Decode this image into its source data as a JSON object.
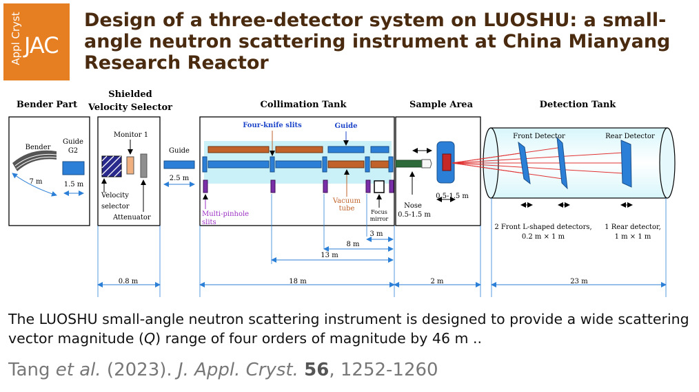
{
  "logo": {
    "vertical": "Appl Cryst",
    "main": "JAC"
  },
  "title": "Design of a three-detector system on LUOSHU: a small-angle neutron scattering instrument at China Mianyang Research Reactor",
  "figure": {
    "sections": {
      "bender_part": "Bender Part",
      "velocity_selector_1": "Shielded",
      "velocity_selector_2": "Velocity Selector",
      "collimation": "Collimation Tank",
      "sample": "Sample Area",
      "detection": "Detection Tank"
    },
    "labels": {
      "bender": "Bender",
      "guide_g2_1": "Guide",
      "guide_g2_2": "G2",
      "d7m": "7 m",
      "d15m": "1.5 m",
      "monitor": "Monitor 1",
      "velocity_selector_1": "Velocity",
      "velocity_selector_2": "selector",
      "attenuator": "Attenuator",
      "guide": "Guide",
      "d25m": "2.5 m",
      "four_knife": "Four-knife slits",
      "guide_blue": "Guide",
      "multi_pinhole_1": "Multi-pinhole",
      "multi_pinhole_2": "slits",
      "vacuum_1": "Vacuum",
      "vacuum_2": "tube",
      "focus_1": "Focus",
      "focus_2": "mirror",
      "nose_1": "Nose",
      "nose_2": "0.5-1.5 m",
      "sample_range": "0.5-1.5 m",
      "front_detector": "Front Detector",
      "rear_detector": "Rear Detector",
      "front_desc_1": "2 Front L-shaped detectors,",
      "front_desc_2": "0.2 m × 1 m",
      "rear_desc_1": "1 Rear detector,",
      "rear_desc_2": "1 m × 1 m",
      "d3m": "3 m",
      "d8m": "8 m",
      "d13m": "13 m",
      "d08m": "0.8 m",
      "d18m": "18 m",
      "d2m": "2 m",
      "d23m": "23 m"
    },
    "colors": {
      "guide_blue": "#2b7fd6",
      "vacuum_orange": "#c0622a",
      "slit_purple": "#7a2ea8",
      "highlight_cyan": "#c9f1f7",
      "beam_red": "#e03030",
      "annotation_blue": "#1c44c9",
      "annotation_purple": "#9b2fc4"
    }
  },
  "abstract": {
    "part1": "The LUOSHU small-angle neutron scattering instrument is designed to provide a wide scattering vector magnitude (",
    "q": "Q",
    "part2": ") range of four orders of magnitude by 46 m .."
  },
  "citation": {
    "authors": "Tang ",
    "etal": "et al.",
    "year": " (2023). ",
    "journal": "J. Appl. Cryst.",
    "volume": "56",
    "pages": ", 1252-1260"
  }
}
